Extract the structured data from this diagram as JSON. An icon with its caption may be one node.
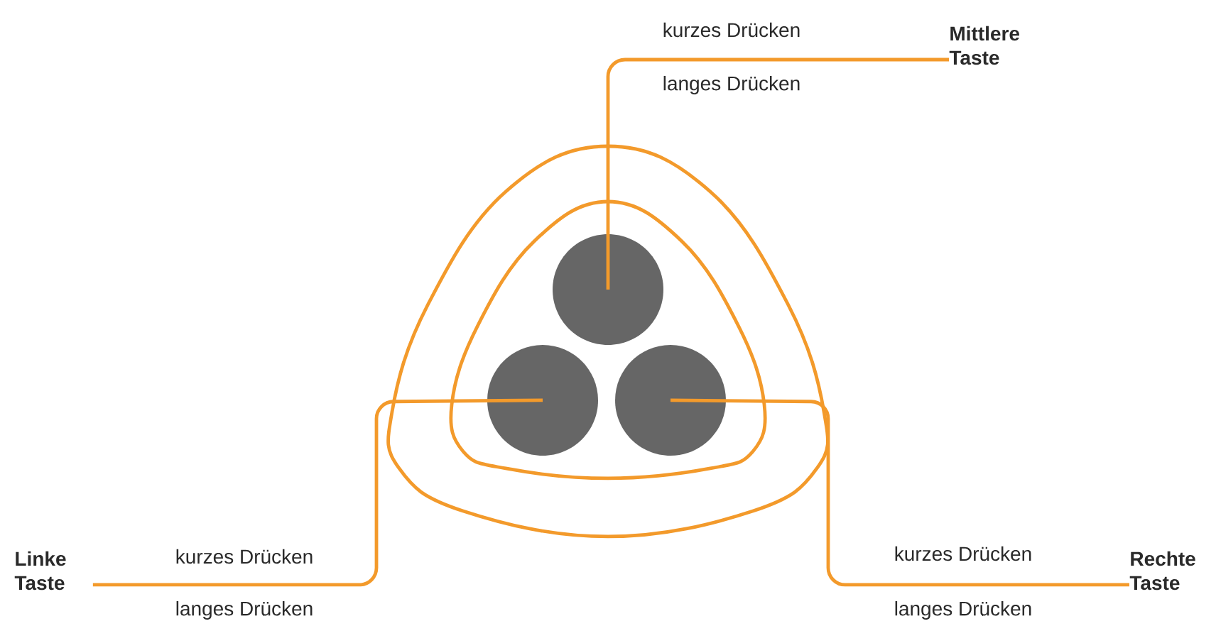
{
  "diagram": {
    "nodes": [
      {
        "text": [
          "Mittlere Taste"
        ]
      },
      {
        "text": [],
        "shape": "circle"
      },
      {
        "text": [],
        "shape": "circle"
      },
      {
        "text": [],
        "shape": "circle"
      },
      {
        "text": [
          "Linke Taste"
        ]
      },
      {
        "text": [
          "Rechte Taste"
        ]
      }
    ],
    "edges": [
      {
        "from": 0,
        "to": 1,
        "arrow": "none"
      },
      {
        "from": 4,
        "to": 2,
        "arrow": "none"
      },
      {
        "from": 5,
        "to": 3,
        "arrow": "none"
      }
    ],
    "labels": [
      "kurzes Drücken",
      "langes Drücken",
      "kurzes Drücken",
      "kurzes Drücken",
      "langes Drücken",
      "langes Drücken"
    ]
  }
}
